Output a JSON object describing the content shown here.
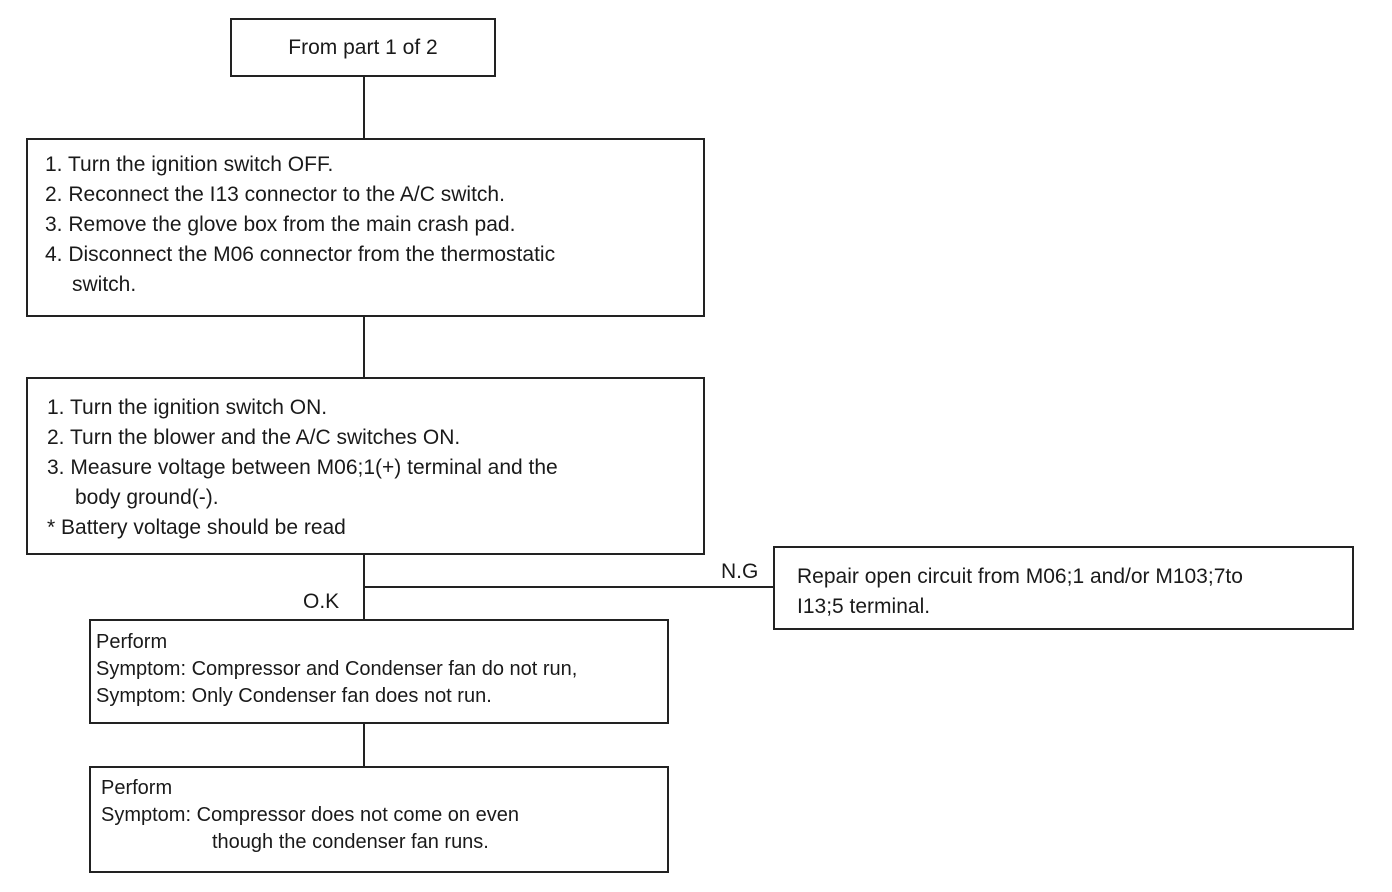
{
  "start_box": {
    "text": "From part 1 of 2"
  },
  "step1": {
    "lines": [
      "1. Turn the ignition switch OFF.",
      "2. Reconnect the I13 connector to the A/C switch.",
      "3. Remove the glove box from the main crash pad.",
      "4. Disconnect the M06 connector from the thermostatic",
      "switch."
    ]
  },
  "step2": {
    "lines": [
      "1. Turn the ignition switch ON.",
      "2. Turn the blower and the A/C switches ON.",
      "3. Measure voltage between M06;1(+) terminal and the",
      "body ground(-).",
      "*   Battery voltage should be read"
    ]
  },
  "branches": {
    "ok_label": "O.K",
    "ng_label": "N.G"
  },
  "ng_box": {
    "lines": [
      "Repair open circuit from M06;1 and/or M103;7to",
      "I13;5 terminal."
    ]
  },
  "ok_box1": {
    "lines": [
      "Perform",
      "Symptom: Compressor and Condenser fan do not run,",
      "Symptom: Only Condenser fan does not run."
    ]
  },
  "ok_box2": {
    "lines": [
      "Perform",
      "Symptom: Compressor does not come on even",
      "though the condenser fan runs."
    ]
  }
}
